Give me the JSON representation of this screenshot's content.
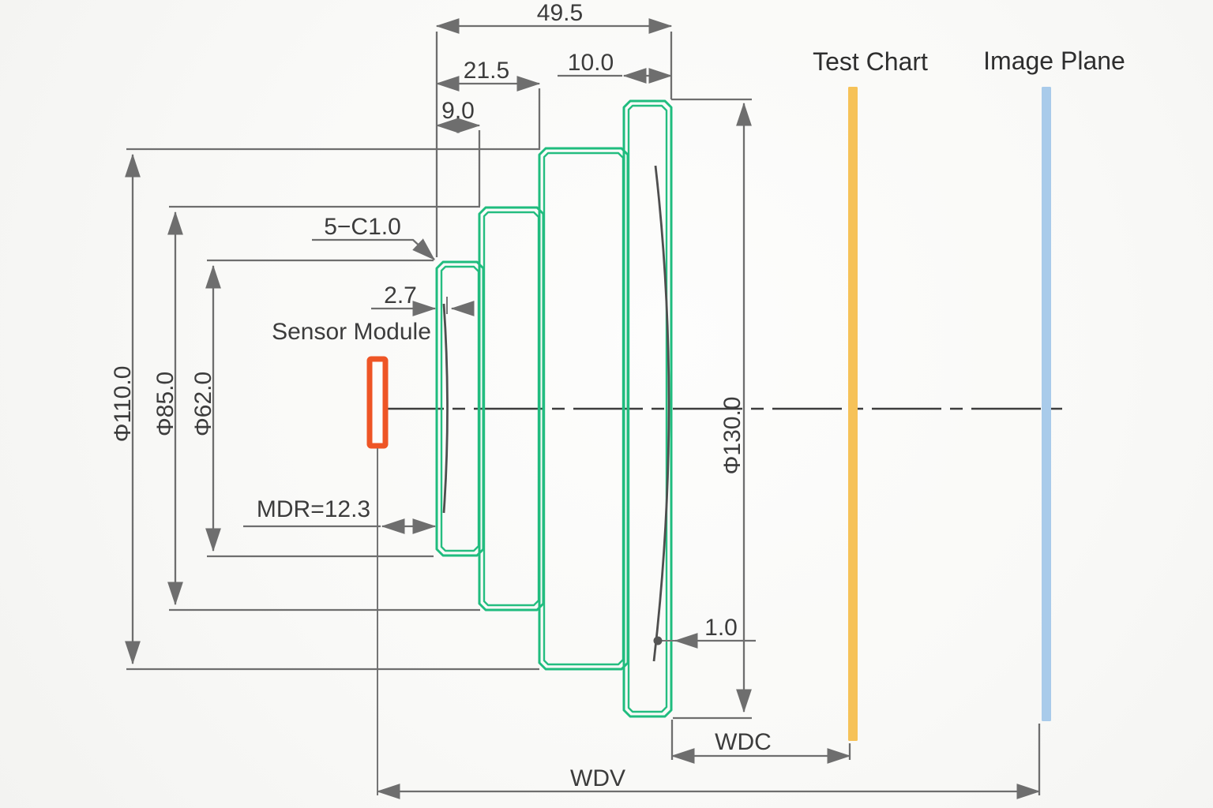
{
  "diagram": {
    "labels": {
      "sensor_module": "Sensor Module",
      "test_chart": "Test Chart",
      "image_plane": "Image Plane"
    },
    "dimensions": {
      "total_length": "49.5",
      "mid_length": "21.5",
      "front_ring_length": "10.0",
      "rear_length": "9.0",
      "rear_vertex_offset": "2.7",
      "chamfer_note": "5−C1.0",
      "mdr": "MDR=12.3",
      "front_edge_thickness": "1.0",
      "dia_rear": "Φ62.0",
      "dia_mid": "Φ85.0",
      "dia_body": "Φ110.0",
      "dia_front": "Φ130.0",
      "wdc": "WDC",
      "wdv": "WDV"
    },
    "colors": {
      "lens_outline": "#1fbc7e",
      "sensor_outline": "#ee5526",
      "test_chart_bar": "#f6c258",
      "image_plane_bar": "#a9cbea",
      "dimension_lines": "#6e6e6e",
      "text": "#3c3c3c"
    }
  }
}
